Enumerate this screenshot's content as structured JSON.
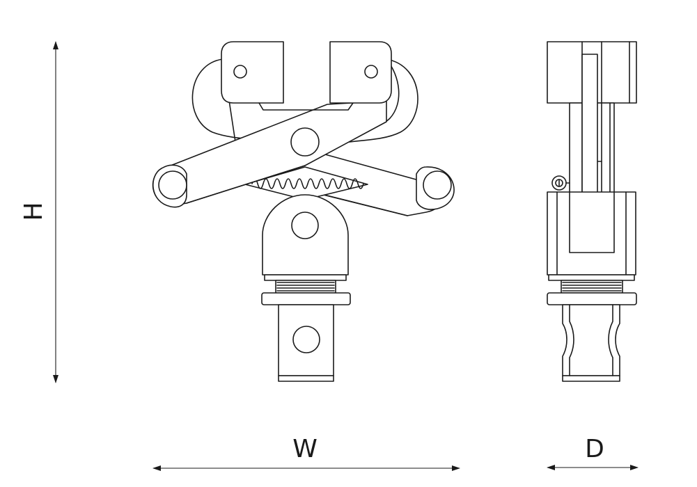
{
  "dimensions": {
    "height_label": "H",
    "width_label": "W",
    "depth_label": "D"
  },
  "colors": {
    "line": "#1a1a1a",
    "background": "#ffffff"
  }
}
